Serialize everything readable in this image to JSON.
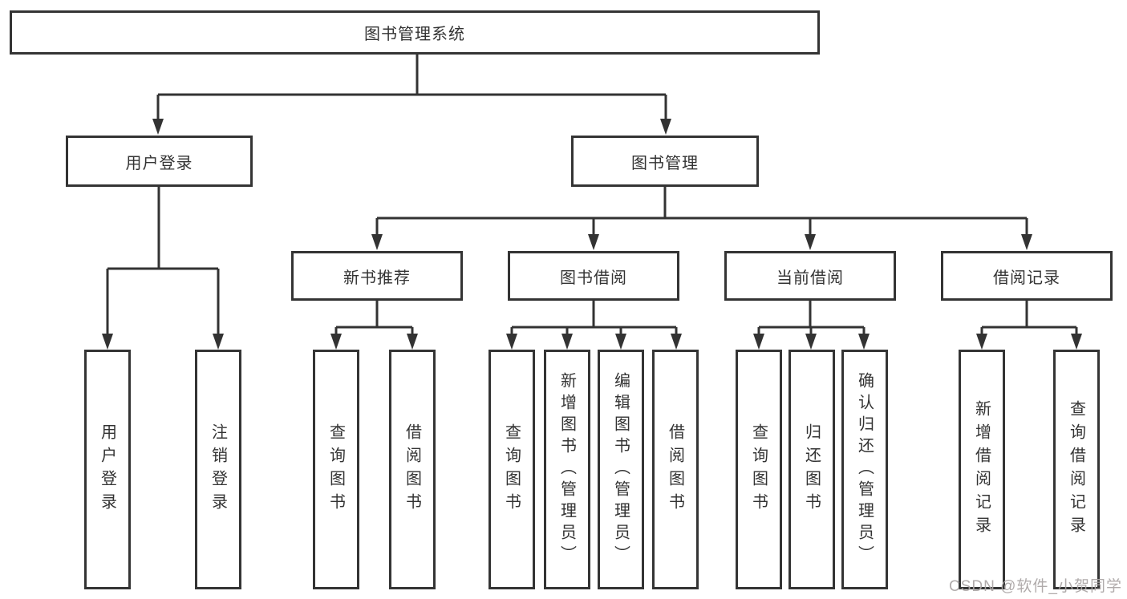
{
  "tree": {
    "root": {
      "label": "图书管理系统"
    },
    "level2": [
      {
        "label": "用户登录",
        "parent": "图书管理系统"
      },
      {
        "label": "图书管理",
        "parent": "图书管理系统"
      }
    ],
    "level3": [
      {
        "label": "新书推荐",
        "parent": "图书管理"
      },
      {
        "label": "图书借阅",
        "parent": "图书管理"
      },
      {
        "label": "当前借阅",
        "parent": "图书管理"
      },
      {
        "label": "借阅记录",
        "parent": "图书管理"
      }
    ],
    "leaves": [
      {
        "label": "用户登录",
        "parent": "用户登录"
      },
      {
        "label": "注销登录",
        "parent": "用户登录"
      },
      {
        "label": "查询图书",
        "parent": "新书推荐"
      },
      {
        "label": "借阅图书",
        "parent": "新书推荐"
      },
      {
        "label": "查询图书",
        "parent": "图书借阅"
      },
      {
        "label": "新增图书（管理员）",
        "parent": "图书借阅"
      },
      {
        "label": "编辑图书（管理员）",
        "parent": "图书借阅"
      },
      {
        "label": "借阅图书",
        "parent": "图书借阅"
      },
      {
        "label": "查询图书",
        "parent": "当前借阅"
      },
      {
        "label": "归还图书",
        "parent": "当前借阅"
      },
      {
        "label": "确认归还（管理员）",
        "parent": "当前借阅"
      },
      {
        "label": "新增借阅记录",
        "parent": "借阅记录"
      },
      {
        "label": "查询借阅记录",
        "parent": "借阅记录"
      }
    ]
  },
  "watermark": {
    "text": "CSDN @软件_小贺同学",
    "color": "#aca7a7"
  },
  "colors": {
    "line": "#333333",
    "border": "#343434",
    "text": "#333333",
    "background": "#ffffff"
  }
}
